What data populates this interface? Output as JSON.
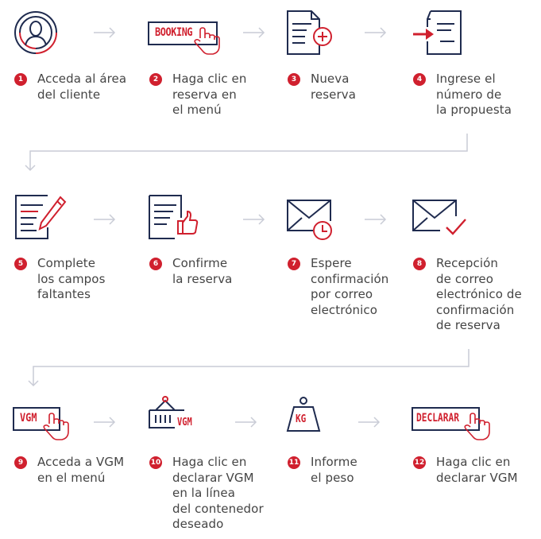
{
  "colors": {
    "navy": "#1f2b4f",
    "red": "#d0202e",
    "arrow": "#c9ccd6",
    "text": "#444444"
  },
  "steps": [
    {
      "num": "1",
      "label": "Acceda al área\ndel cliente",
      "icon": "user-circle-icon"
    },
    {
      "num": "2",
      "label": "Haga clic en\nreserva en\nel menú",
      "icon": "booking-click-icon",
      "icon_text": "BOOKING"
    },
    {
      "num": "3",
      "label": "Nueva\nreserva",
      "icon": "document-add-icon"
    },
    {
      "num": "4",
      "label": "Ingrese el\nnúmero de\nla propuesta",
      "icon": "document-enter-icon"
    },
    {
      "num": "5",
      "label": "Complete\nlos campos\nfaltantes",
      "icon": "document-edit-icon"
    },
    {
      "num": "6",
      "label": "Confirme\nla reserva",
      "icon": "document-thumbs-up-icon"
    },
    {
      "num": "7",
      "label": "Espere\nconfirmación\npor correo\nelectrónico",
      "icon": "mail-clock-icon"
    },
    {
      "num": "8",
      "label": "Recepción\nde correo\nelectrónico de\nconfirmación\nde reserva",
      "icon": "mail-check-icon"
    },
    {
      "num": "9",
      "label": "Acceda a VGM\nen el menú",
      "icon": "vgm-click-icon",
      "icon_text": "VGM"
    },
    {
      "num": "10",
      "label": "Haga clic en\ndeclarar VGM\nen la línea\ndel contenedor\ndeseado",
      "icon": "container-vgm-icon",
      "icon_text": "VGM"
    },
    {
      "num": "11",
      "label": "Informe\nel peso",
      "icon": "weight-kg-icon",
      "icon_text": "KG"
    },
    {
      "num": "12",
      "label": "Haga clic en\ndeclarar VGM",
      "icon": "declarar-click-icon",
      "icon_text": "DECLARAR"
    }
  ]
}
